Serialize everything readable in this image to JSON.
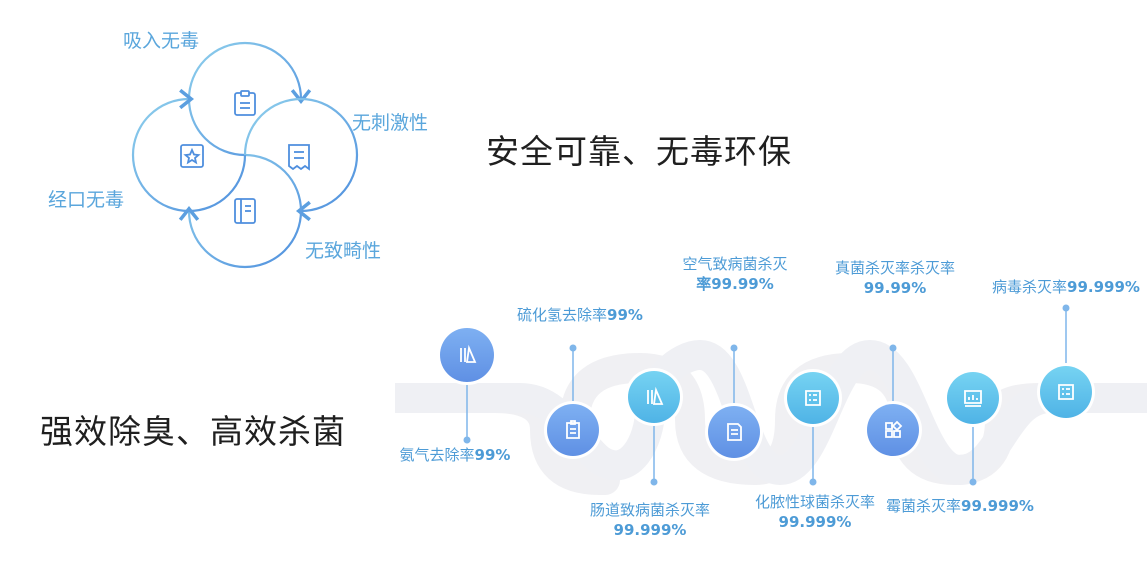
{
  "colors": {
    "petal_stroke_light": "#8fd0ec",
    "petal_stroke_dark": "#4f8fde",
    "label_blue": "#5aa6dc",
    "track_gray": "#f0f0f3",
    "node_blue": "#6aa0ec",
    "node_cyan": "#5cc3ea",
    "headline": "#1f1f1f"
  },
  "section1": {
    "headline": "安全可靠、无毒环保",
    "petals": [
      {
        "label": "吸入无毒",
        "icon": "clipboard-icon"
      },
      {
        "label": "无刺激性",
        "icon": "receipt-icon"
      },
      {
        "label": "无致畸性",
        "icon": "notebook-icon"
      },
      {
        "label": "经口无毒",
        "icon": "star-frame-icon"
      }
    ]
  },
  "section2": {
    "headline": "强效除臭、高效杀菌",
    "nodes": [
      {
        "label_line1": "氨气去除率",
        "label_bold": "99%",
        "icon": "beaker-icon",
        "color": "blue"
      },
      {
        "label_line1": "硫化氢去除率",
        "label_bold": "99%",
        "icon": "clipboard-icon",
        "color": "blue"
      },
      {
        "label_line1": "肠道致病菌杀灭率",
        "label_bold": "99.999%",
        "icon": "beaker-icon",
        "color": "cyan"
      },
      {
        "label_line1": "空气致病菌杀灭",
        "label_bold": "率99.99%",
        "icon": "document-icon",
        "color": "blue"
      },
      {
        "label_line1": "化脓性球菌杀灭率",
        "label_bold": "99.999%",
        "icon": "checklist-icon",
        "color": "cyan"
      },
      {
        "label_line1": "真菌杀灭率杀灭率",
        "label_bold": "99.99%",
        "icon": "apps-icon",
        "color": "blue"
      },
      {
        "label_line1": "霉菌杀灭率",
        "label_bold": "99.999%",
        "icon": "chart-icon",
        "color": "cyan"
      },
      {
        "label_line1": "病毒杀灭率",
        "label_bold": "99.999%",
        "icon": "checklist-icon",
        "color": "cyan"
      }
    ]
  }
}
